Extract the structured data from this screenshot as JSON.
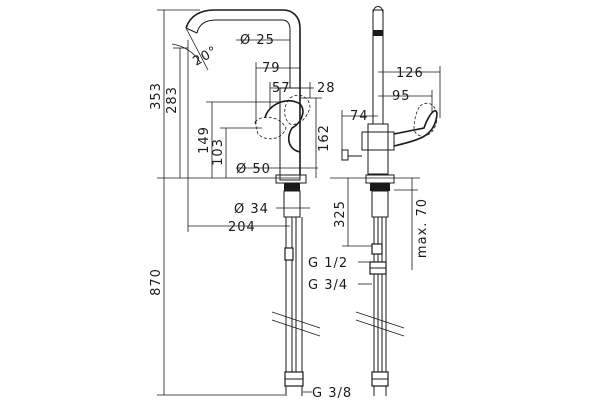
{
  "dimensions": {
    "d_353": "353",
    "d_283": "283",
    "d_870": "870",
    "d_149": "149",
    "d_103": "103",
    "d_162": "162",
    "d_79": "79",
    "d_57": "57",
    "d_28": "28",
    "d_25": "Ø 25",
    "d_20deg": "20°",
    "d_50": "Ø 50",
    "d_34": "Ø 34",
    "d_204": "204",
    "d_126": "126",
    "d_95": "95",
    "d_74": "74",
    "d_325": "325",
    "d_max70": "max. 70"
  },
  "threads": {
    "g12": "G 1/2",
    "g34": "G 3/4",
    "g38": "G 3/8"
  }
}
